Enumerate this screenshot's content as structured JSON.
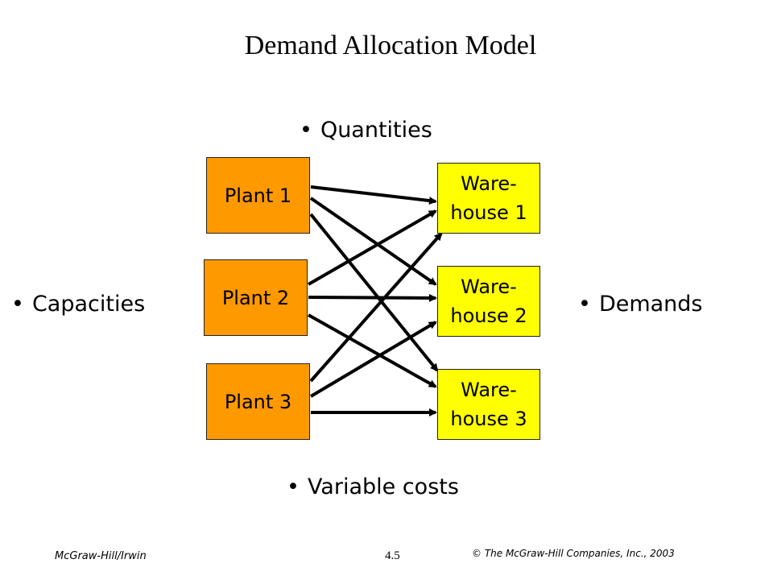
{
  "title": "Demand Allocation Model",
  "bullets": {
    "quantities": "Quantities",
    "capacities": "Capacities",
    "demands": "Demands",
    "variable_costs": "Variable costs",
    "marker": "•"
  },
  "plants": [
    "Plant 1",
    "Plant 2",
    "Plant 3"
  ],
  "warehouses": [
    {
      "line1": "Ware-",
      "line2": "house 1"
    },
    {
      "line1": "Ware-",
      "line2": "house 2"
    },
    {
      "line1": "Ware-",
      "line2": "house 3"
    }
  ],
  "colors": {
    "plant": "#ff9900",
    "warehouse": "#ffff00",
    "arrow": "#000000"
  },
  "footer": {
    "left": "McGraw-Hill/Irwin",
    "center": "4.5",
    "right": "© The McGraw-Hill Companies, Inc., 2003"
  }
}
